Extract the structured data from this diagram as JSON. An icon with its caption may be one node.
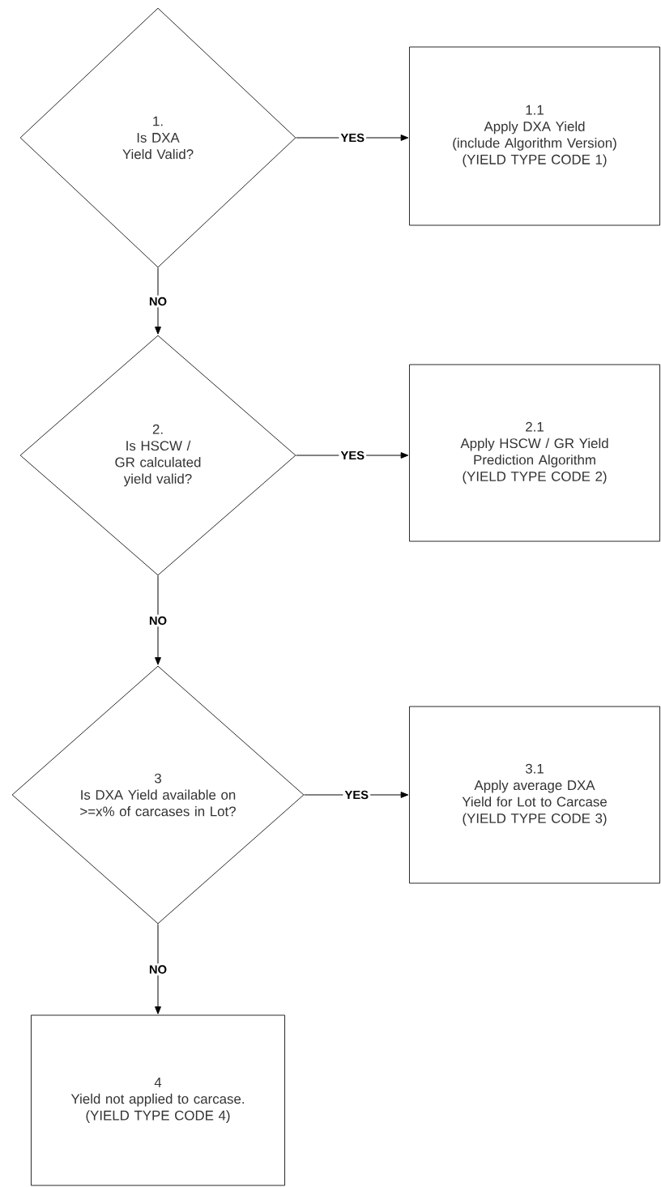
{
  "diagram": {
    "nodes": [
      {
        "text": [
          "1.",
          "Is DXA Yield Valid?"
        ]
      },
      {
        "text": [
          "1.1",
          "Apply DXA Yield",
          "(include Algorithm Version)",
          "(YIELD TYPE CODE 1)"
        ]
      },
      {
        "text": [
          "2.",
          "Is HSCW / GR calculated yield valid?"
        ]
      },
      {
        "text": [
          "2.1",
          "Apply HSCW / GR Yield Prediction Algorithm",
          "(YIELD TYPE CODE 2)"
        ]
      },
      {
        "text": [
          "3",
          "Is DXA Yield available on >=x% of carcases in Lot?"
        ]
      },
      {
        "text": [
          "3.1",
          "Apply average DXA Yield for Lot to Carcase",
          "(YIELD TYPE CODE 3)"
        ]
      },
      {
        "text": [
          "4",
          "Yield not applied to carcase.",
          "(YIELD TYPE CODE 4)"
        ]
      }
    ],
    "edges": [
      {
        "from": 0,
        "to": 1,
        "arrow": "to",
        "label": "YES"
      },
      {
        "from": 0,
        "to": 2,
        "arrow": "to",
        "label": "NO"
      },
      {
        "from": 2,
        "to": 3,
        "arrow": "to",
        "label": "YES"
      },
      {
        "from": 2,
        "to": 4,
        "arrow": "to",
        "label": "NO"
      },
      {
        "from": 4,
        "to": 5,
        "arrow": "to",
        "label": "YES"
      },
      {
        "from": 4,
        "to": 6,
        "arrow": "to",
        "label": "NO"
      }
    ]
  }
}
